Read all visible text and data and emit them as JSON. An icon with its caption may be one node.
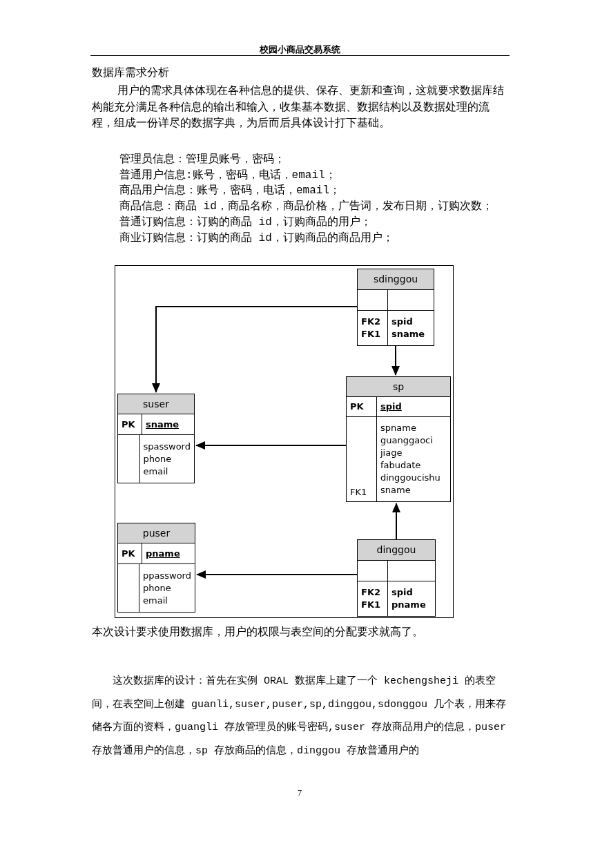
{
  "diagram": {
    "nodes": [
      {
        "text": [],
        "shape": "box"
      },
      {
        "text": [
          "sdinggou",
          "FK2 FK1",
          "spid sname"
        ],
        "in": 0
      },
      {
        "text": [
          "sp",
          "PK",
          "spid",
          "FK1",
          "spname guanggaoci jiage fabudate dinggoucishu sname"
        ],
        "in": 0
      },
      {
        "text": [
          "suser",
          "PK",
          "sname",
          "spassword phone email"
        ],
        "in": 0
      },
      {
        "text": [
          "puser",
          "PK",
          "pname",
          "ppassword phone email"
        ],
        "in": 0
      },
      {
        "text": [
          "dinggou",
          "FK2 FK1",
          "spid pname"
        ],
        "in": 0
      }
    ],
    "edges": [
      {
        "from": 1,
        "to": 3,
        "arrow": "to"
      },
      {
        "from": 1,
        "to": 2,
        "arrow": "to"
      },
      {
        "from": 2,
        "to": 3,
        "arrow": "to"
      },
      {
        "from": 5,
        "to": 2,
        "arrow": "to"
      },
      {
        "from": 5,
        "to": 4,
        "arrow": "to"
      }
    ],
    "labels": [
      "校园小商品交易系统",
      "数据库需求分析",
      "用户的需求具体体现在各种信息的提供、保存、更新和查询，这就要求数据库结构能充分满足各种信息的输出和输入，收集基本数据、数据结构以及数据处理的流程，组成一份详尽的数据字典，为后而后具体设计打下基础。",
      "管理员信息：管理员账号，密码；",
      "普通用户信息:账号，密码，电话，email；",
      "商品用户信息：账号，密码，电话，email；",
      "商品信息：商品 id，商品名称，商品价格，广告词，发布日期，订购次数；",
      "普通订购信息：订购的商品 id，订购商品的用户；",
      "商业订购信息：订购的商品 id，订购商品的商品用户；",
      "本次设计要求使用数据库，用户的权限与表空间的分配要求就高了。",
      "这次数据库的设计：首先在实例 ORAL 数据库上建了一个 kechengsheji 的表空间，在表空间上创建 guanli,suser,puser,sp,dinggou,sdonggou 几个表，用来存储各方面的资料，guangli 存放管理员的账号密码,suser 存放商品用户的信息，puser 存放普通用户的信息，sp 存放商品的信息，dinggou 存放普通用户的",
      "7"
    ]
  }
}
